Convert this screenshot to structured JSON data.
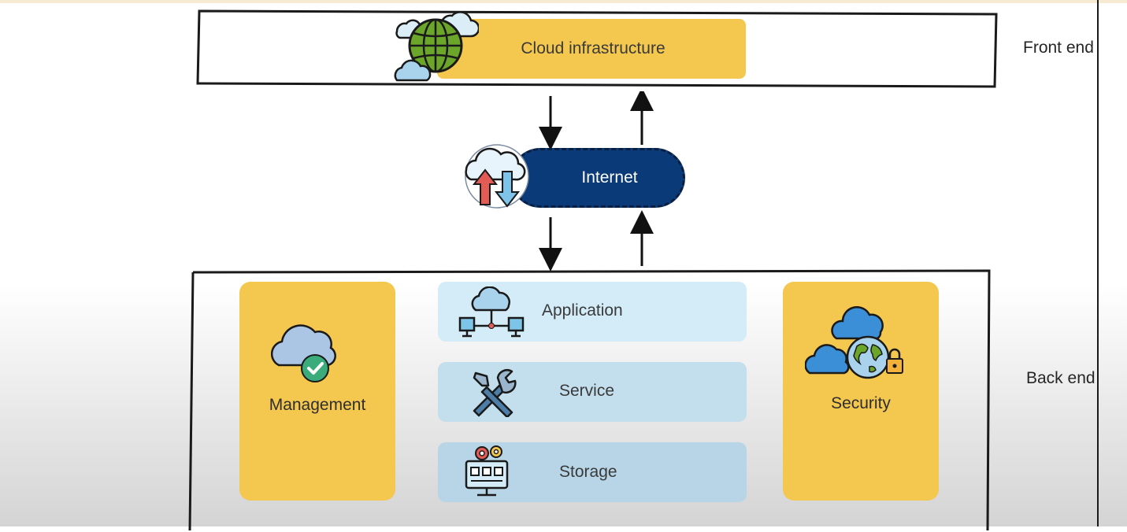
{
  "front": {
    "title": "Cloud infrastructure",
    "label": "Front end",
    "icon": "globe-cloud-icon"
  },
  "internet": {
    "label": "Internet",
    "icon": "cloud-upload-download-icon"
  },
  "back": {
    "label": "Back end",
    "management": {
      "label": "Management",
      "icon": "cloud-check-icon"
    },
    "security": {
      "label": "Security",
      "icon": "cloud-globe-lock-icon"
    },
    "layers": [
      {
        "label": "Application",
        "icon": "cloud-network-icon"
      },
      {
        "label": "Service",
        "icon": "tools-icon"
      },
      {
        "label": "Storage",
        "icon": "server-gears-icon"
      }
    ]
  },
  "colors": {
    "yellow": "#f4c74f",
    "navy": "#0b3a78",
    "layer_blue": "#c9e6f3"
  }
}
